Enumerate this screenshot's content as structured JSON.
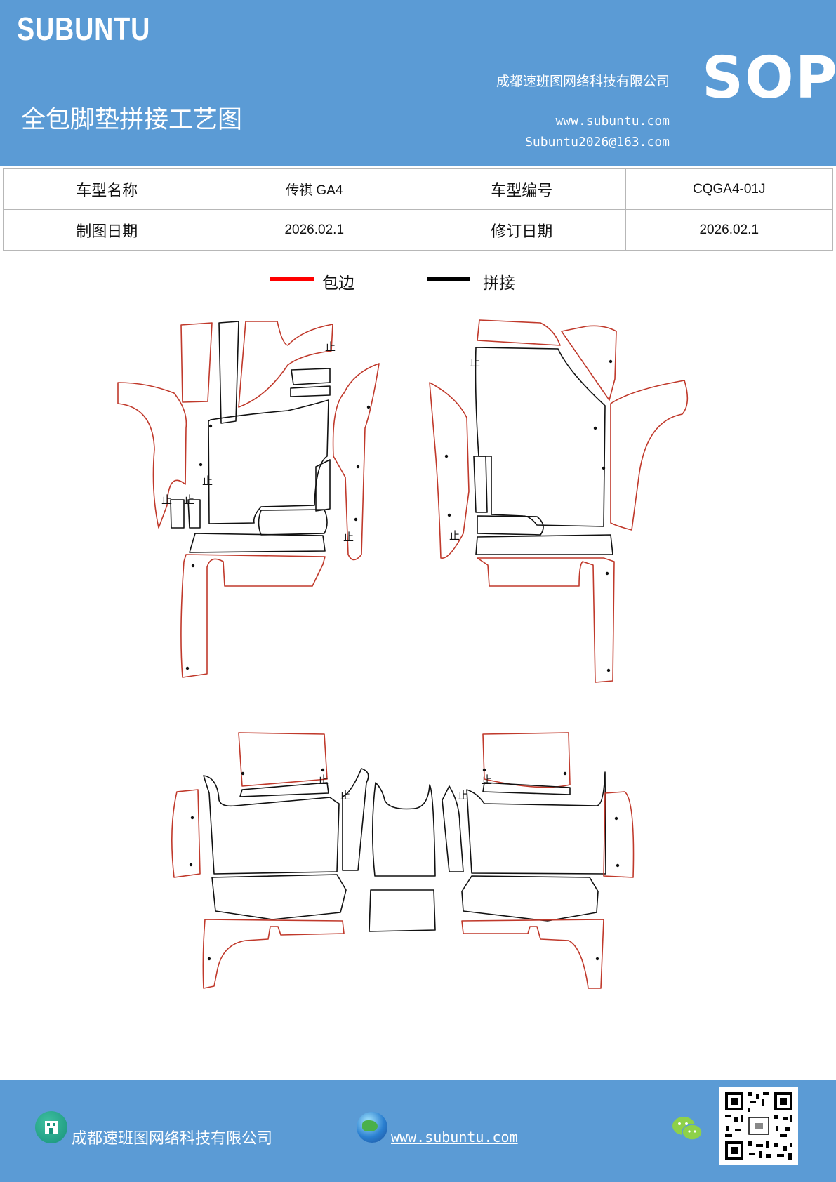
{
  "header": {
    "brand": "SUBUNTU",
    "company": "成都速班图网络科技有限公司",
    "title": "全包脚垫拼接工艺图",
    "website": "www.subuntu.com",
    "email": "Subuntu2026@163.com",
    "badge": "SOP"
  },
  "info_table": {
    "model_name_label": "车型名称",
    "model_name_value": "传祺 GA4",
    "model_code_label": "车型编号",
    "model_code_value": "CQGA4-01J",
    "draw_date_label": "制图日期",
    "draw_date_value": "2026.02.1",
    "revise_date_label": "修订日期",
    "revise_date_value": "2026.02.1"
  },
  "legend": {
    "items": [
      {
        "label": "包边",
        "color": "#ff0000"
      },
      {
        "label": "拼接",
        "color": "#000000"
      }
    ]
  },
  "drawing": {
    "stop_mark": "止",
    "edge_color": "#c0392b",
    "seam_color": "#111111"
  },
  "footer": {
    "company": "成都速班图网络科技有限公司",
    "website": "www.subuntu.com"
  },
  "colors": {
    "brand_blue": "#5b9bd5",
    "white": "#ffffff"
  },
  "icons": [
    "building-icon",
    "globe-icon",
    "wechat-icon",
    "qr-code"
  ]
}
